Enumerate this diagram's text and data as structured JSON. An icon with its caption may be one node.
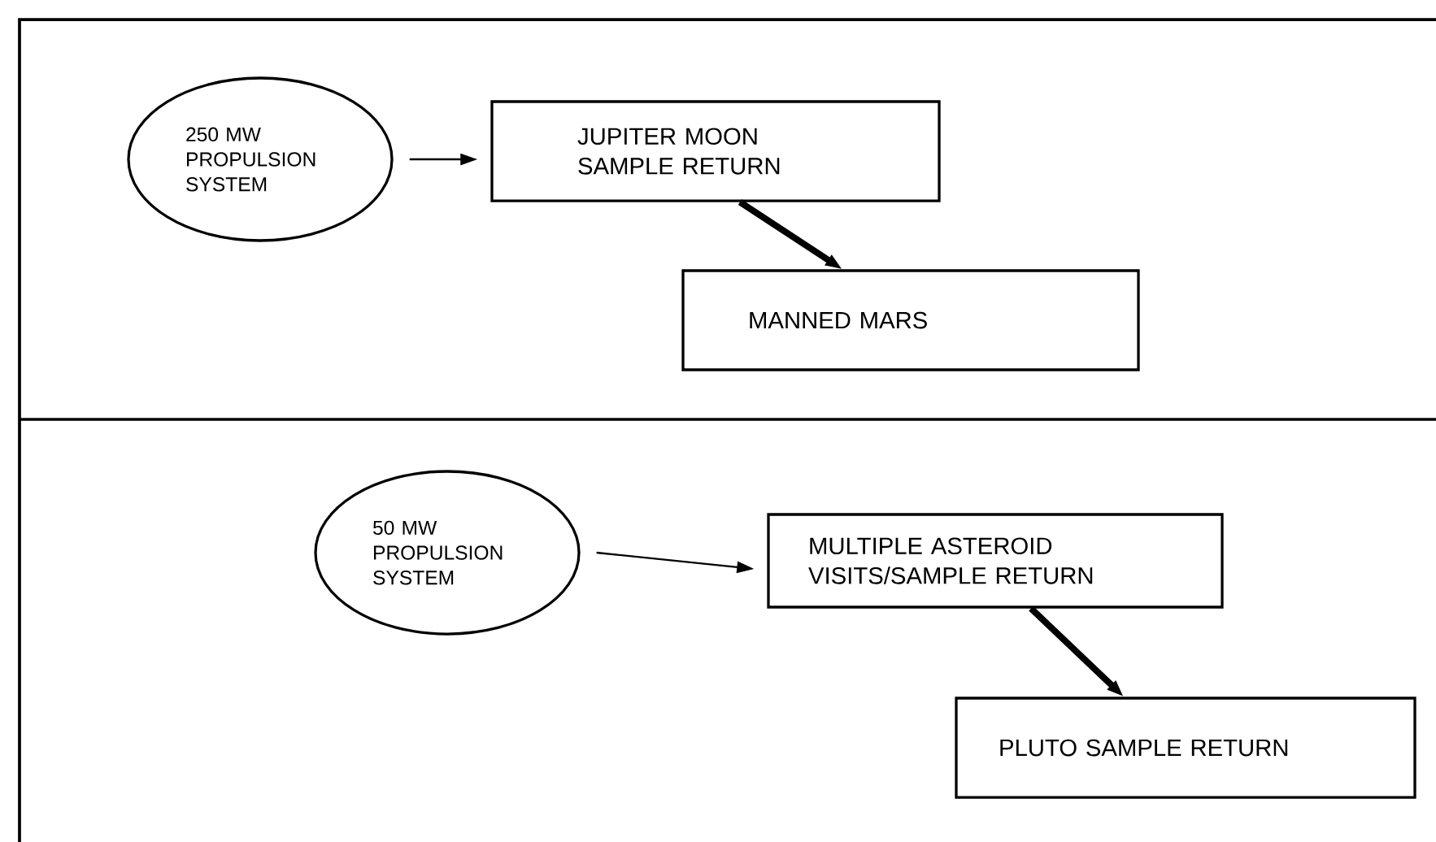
{
  "diagram": {
    "nodes": [
      {
        "text": [
          "250 MW PROPULSION SYSTEM"
        ]
      },
      {
        "text": [
          "JUPITER MOON SAMPLE RETURN"
        ]
      },
      {
        "text": [
          "MANNED MARS"
        ]
      },
      {
        "text": [
          "50 MW PROPULSION SYSTEM"
        ]
      },
      {
        "text": [
          "MULTIPLE ASTEROID VISITS/SAMPLE RETURN"
        ]
      },
      {
        "text": [
          "PLUTO SAMPLE RETURN"
        ]
      }
    ],
    "edges": [
      {
        "from": 0,
        "to": 1,
        "arrow": "to"
      },
      {
        "from": 1,
        "to": 2,
        "arrow": "to",
        "style": "thick"
      },
      {
        "from": 3,
        "to": 4,
        "arrow": "to"
      },
      {
        "from": 4,
        "to": 5,
        "arrow": "to",
        "style": "thick"
      }
    ]
  }
}
